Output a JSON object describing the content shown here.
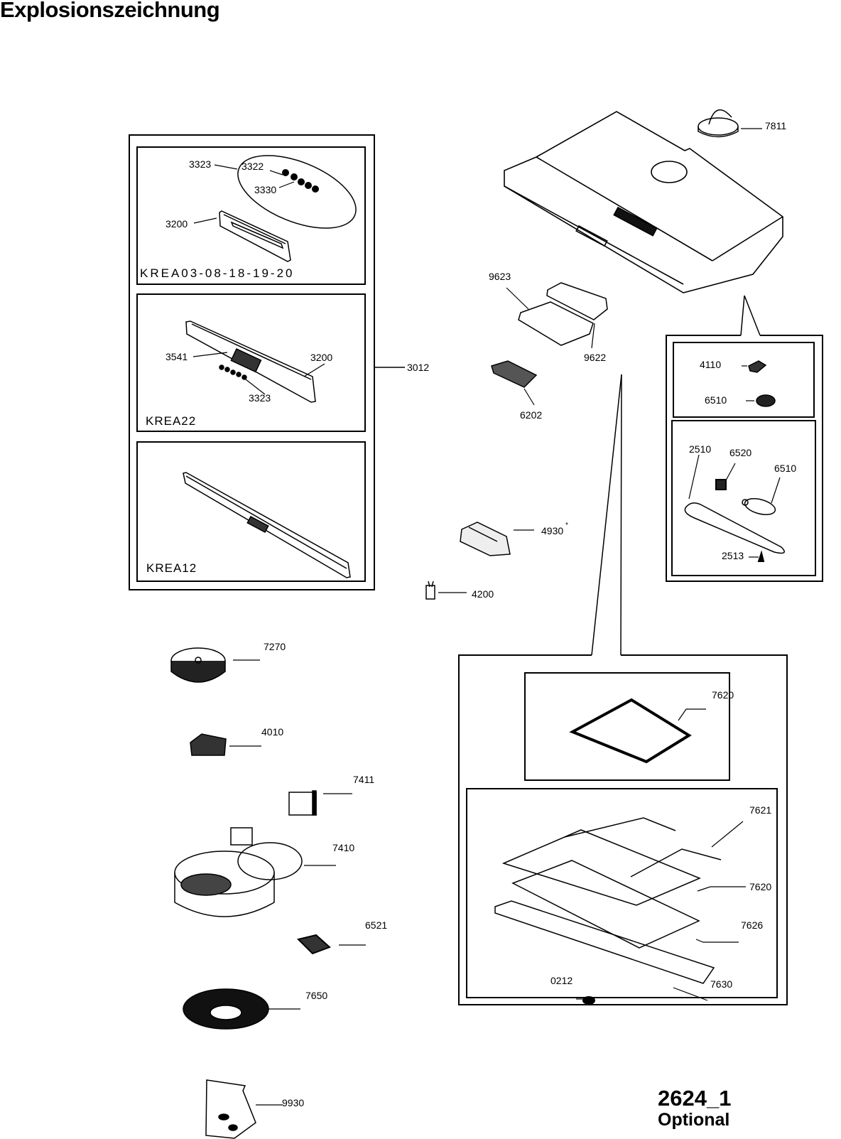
{
  "title": "Explosionszeichnung",
  "drawing_code": "2624_1",
  "drawing_note": "Optional",
  "kits": {
    "kit1": "KREA03-08-18-19-20",
    "kit2": "KREA22",
    "kit3": "KREA12"
  },
  "parts": {
    "p3323a": "3323",
    "p3322": "3322",
    "p3330": "3330",
    "p3200a": "3200",
    "p3541": "3541",
    "p3200b": "3200",
    "p3323b": "3323",
    "p3012": "3012",
    "p7811": "7811",
    "p9623": "9623",
    "p9622": "9622",
    "p6202": "6202",
    "p4110": "4110",
    "p6510a": "6510",
    "p2510": "2510",
    "p6520": "6520",
    "p6510b": "6510",
    "p2513": "2513",
    "p4930": "4930",
    "p4930_mark": "*",
    "p4200": "4200",
    "p7270": "7270",
    "p4010": "4010",
    "p7411": "7411",
    "p7410": "7410",
    "p6521": "6521",
    "p7650": "7650",
    "p9930": "9930",
    "p7620a": "7620",
    "p7621": "7621",
    "p7620b": "7620",
    "p7626": "7626",
    "p7630": "7630",
    "p0212": "0212"
  }
}
